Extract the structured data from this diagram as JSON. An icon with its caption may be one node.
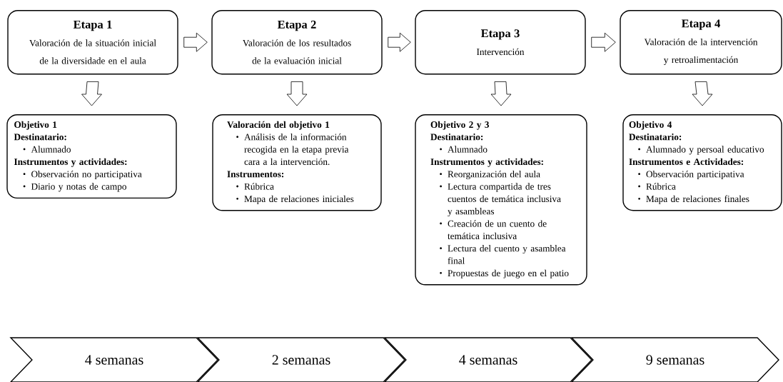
{
  "diagram": {
    "nodes": [
      {
        "text": [
          "Etapa 1",
          "Valoración de la situación inicial de la diversidade en el aula"
        ]
      },
      {
        "text": [
          "Etapa 2",
          "Valoración de los resultados de la evaluación inicial"
        ]
      },
      {
        "text": [
          "Etapa 3",
          "Intervención"
        ]
      },
      {
        "text": [
          "Etapa 4",
          "Valoración de la intervención y retroalimentación"
        ]
      },
      {
        "text": [
          "Objetivo 1",
          "Destinatario:",
          "Alumnado",
          "Instrumentos y actividades:",
          "Observación no participativa",
          "Diario y notas de campo"
        ]
      },
      {
        "text": [
          "Valoración del objetivo 1",
          "Análisis de la información recogida en la etapa previa cara a la intervención.",
          "Instrumentos:",
          "Rúbrica",
          "Mapa de relaciones iniciales"
        ]
      },
      {
        "text": [
          "Objetivo 2 y 3",
          "Destinatario:",
          "Alumnado",
          "Instrumentos y actividades:",
          "Reorganización del aula",
          "Lectura compartida de tres cuentos de temática inclusiva y asambleas",
          "Creación de un cuento de temática inclusiva",
          "Lectura del cuento y asamblea final",
          "Propuestas de juego en el patio"
        ]
      },
      {
        "text": [
          "Objetivo 4",
          "Destinatario:",
          "Alumnado y persoal educativo",
          "Instrumentos e Actividades:",
          "Observación participativa",
          "Rúbrica",
          "Mapa de relaciones finales"
        ]
      },
      {
        "text": [
          "4 semanas"
        ]
      },
      {
        "text": [
          "2 semanas"
        ]
      },
      {
        "text": [
          "4 semanas"
        ]
      },
      {
        "text": [
          "9 semanas"
        ]
      }
    ],
    "edges": [
      {
        "from": 0,
        "to": 1,
        "arrow": "to"
      },
      {
        "from": 1,
        "to": 2,
        "arrow": "to"
      },
      {
        "from": 2,
        "to": 3,
        "arrow": "to"
      },
      {
        "from": 0,
        "to": 4,
        "arrow": "to"
      },
      {
        "from": 1,
        "to": 5,
        "arrow": "to"
      },
      {
        "from": 2,
        "to": 6,
        "arrow": "to"
      },
      {
        "from": 3,
        "to": 7,
        "arrow": "to"
      }
    ]
  }
}
